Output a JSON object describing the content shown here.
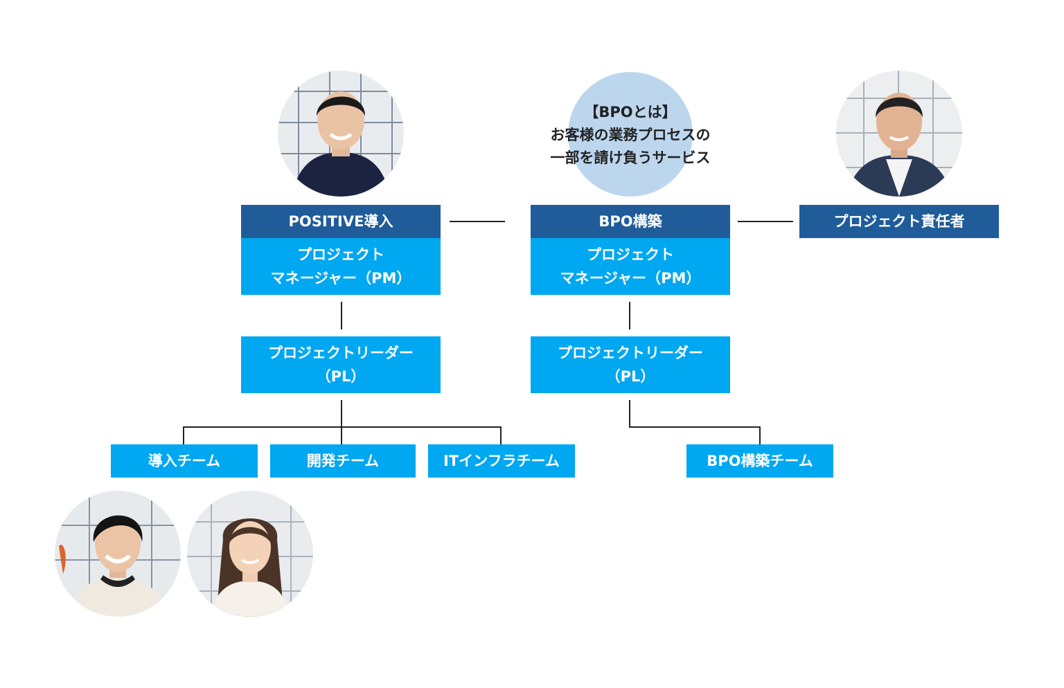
{
  "note": {
    "line1": "【BPOとは】",
    "line2": "お客様の業務プロセスの",
    "line3": "一部を請け負うサービス"
  },
  "left": {
    "header": "POSITIVE導入",
    "pm_line1": "プロジェクト",
    "pm_line2": "マネージャー（PM）",
    "pl_line1": "プロジェクトリーダー",
    "pl_line2": "（PL）",
    "teams": [
      "導入チーム",
      "開発チーム",
      "ITインフラチーム"
    ]
  },
  "center": {
    "header": "BPO構築",
    "pm_line1": "プロジェクト",
    "pm_line2": "マネージャー（PM）",
    "pl_line1": "プロジェクトリーダー",
    "pl_line2": "（PL）",
    "team": "BPO構築チーム"
  },
  "right": {
    "header": "プロジェクト責任者"
  },
  "colors": {
    "dark_box": "#1f5c99",
    "light_box": "#00a7f1",
    "note_circle": "#bcd6ee"
  }
}
